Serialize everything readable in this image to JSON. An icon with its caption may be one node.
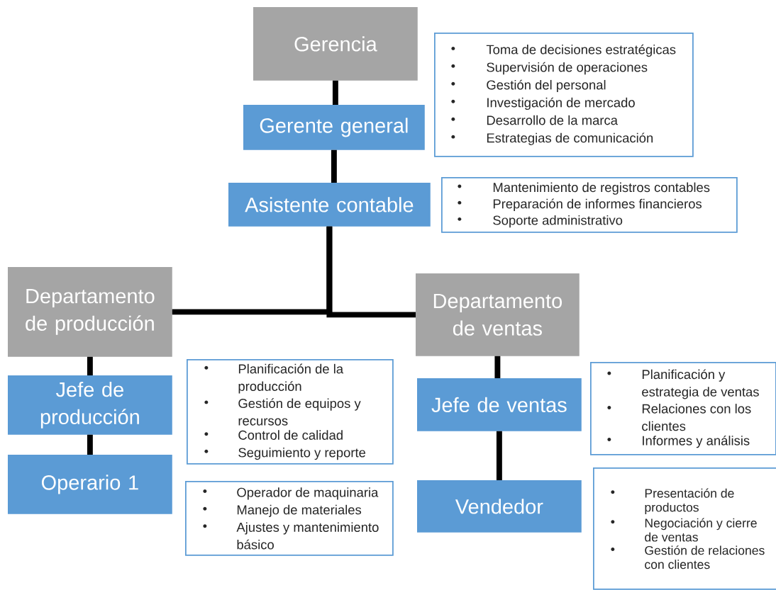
{
  "diagram": {
    "nodes": [
      {
        "text": [
          "Gerencia"
        ]
      },
      {
        "text": [
          "Gerente general"
        ]
      },
      {
        "text": [
          "Toma de decisiones estratégicas",
          "Supervisión de operaciones",
          "Gestión del personal",
          "Investigación de mercado",
          "Desarrollo de la marca",
          "Estrategias de comunicación"
        ]
      },
      {
        "text": [
          "Asistente contable"
        ]
      },
      {
        "text": [
          "Mantenimiento de registros contables",
          "Preparación de informes financieros",
          "Soporte administrativo"
        ]
      },
      {
        "text": [
          "Departamento de producción"
        ]
      },
      {
        "text": [
          "Departamento de ventas"
        ]
      },
      {
        "text": [
          "Jefe de producción"
        ]
      },
      {
        "text": [
          "Planificación de la producción",
          "Gestión de equipos y recursos",
          "Control de calidad",
          "Seguimiento y reporte"
        ]
      },
      {
        "text": [
          "Operario 1"
        ]
      },
      {
        "text": [
          "Operador de maquinaria",
          "Manejo de materiales",
          "Ajustes y mantenimiento básico"
        ]
      },
      {
        "text": [
          "Jefe de ventas"
        ]
      },
      {
        "text": [
          "Planificación y estrategia de ventas",
          "Relaciones con los clientes",
          "Informes y análisis"
        ]
      },
      {
        "text": [
          "Vendedor"
        ]
      },
      {
        "text": [
          "Presentación de productos",
          "Negociación y cierre de ventas",
          "Gestión de relaciones con clientes"
        ]
      }
    ],
    "edges": [
      {
        "from": 0,
        "to": 1,
        "arrow": "none"
      },
      {
        "from": 1,
        "to": 3,
        "arrow": "none"
      },
      {
        "from": 3,
        "to": 5,
        "arrow": "none"
      },
      {
        "from": 3,
        "to": 6,
        "arrow": "none"
      },
      {
        "from": 5,
        "to": 7,
        "arrow": "none"
      },
      {
        "from": 7,
        "to": 9,
        "arrow": "none"
      },
      {
        "from": 6,
        "to": 11,
        "arrow": "none"
      },
      {
        "from": 11,
        "to": 13,
        "arrow": "none"
      }
    ]
  }
}
